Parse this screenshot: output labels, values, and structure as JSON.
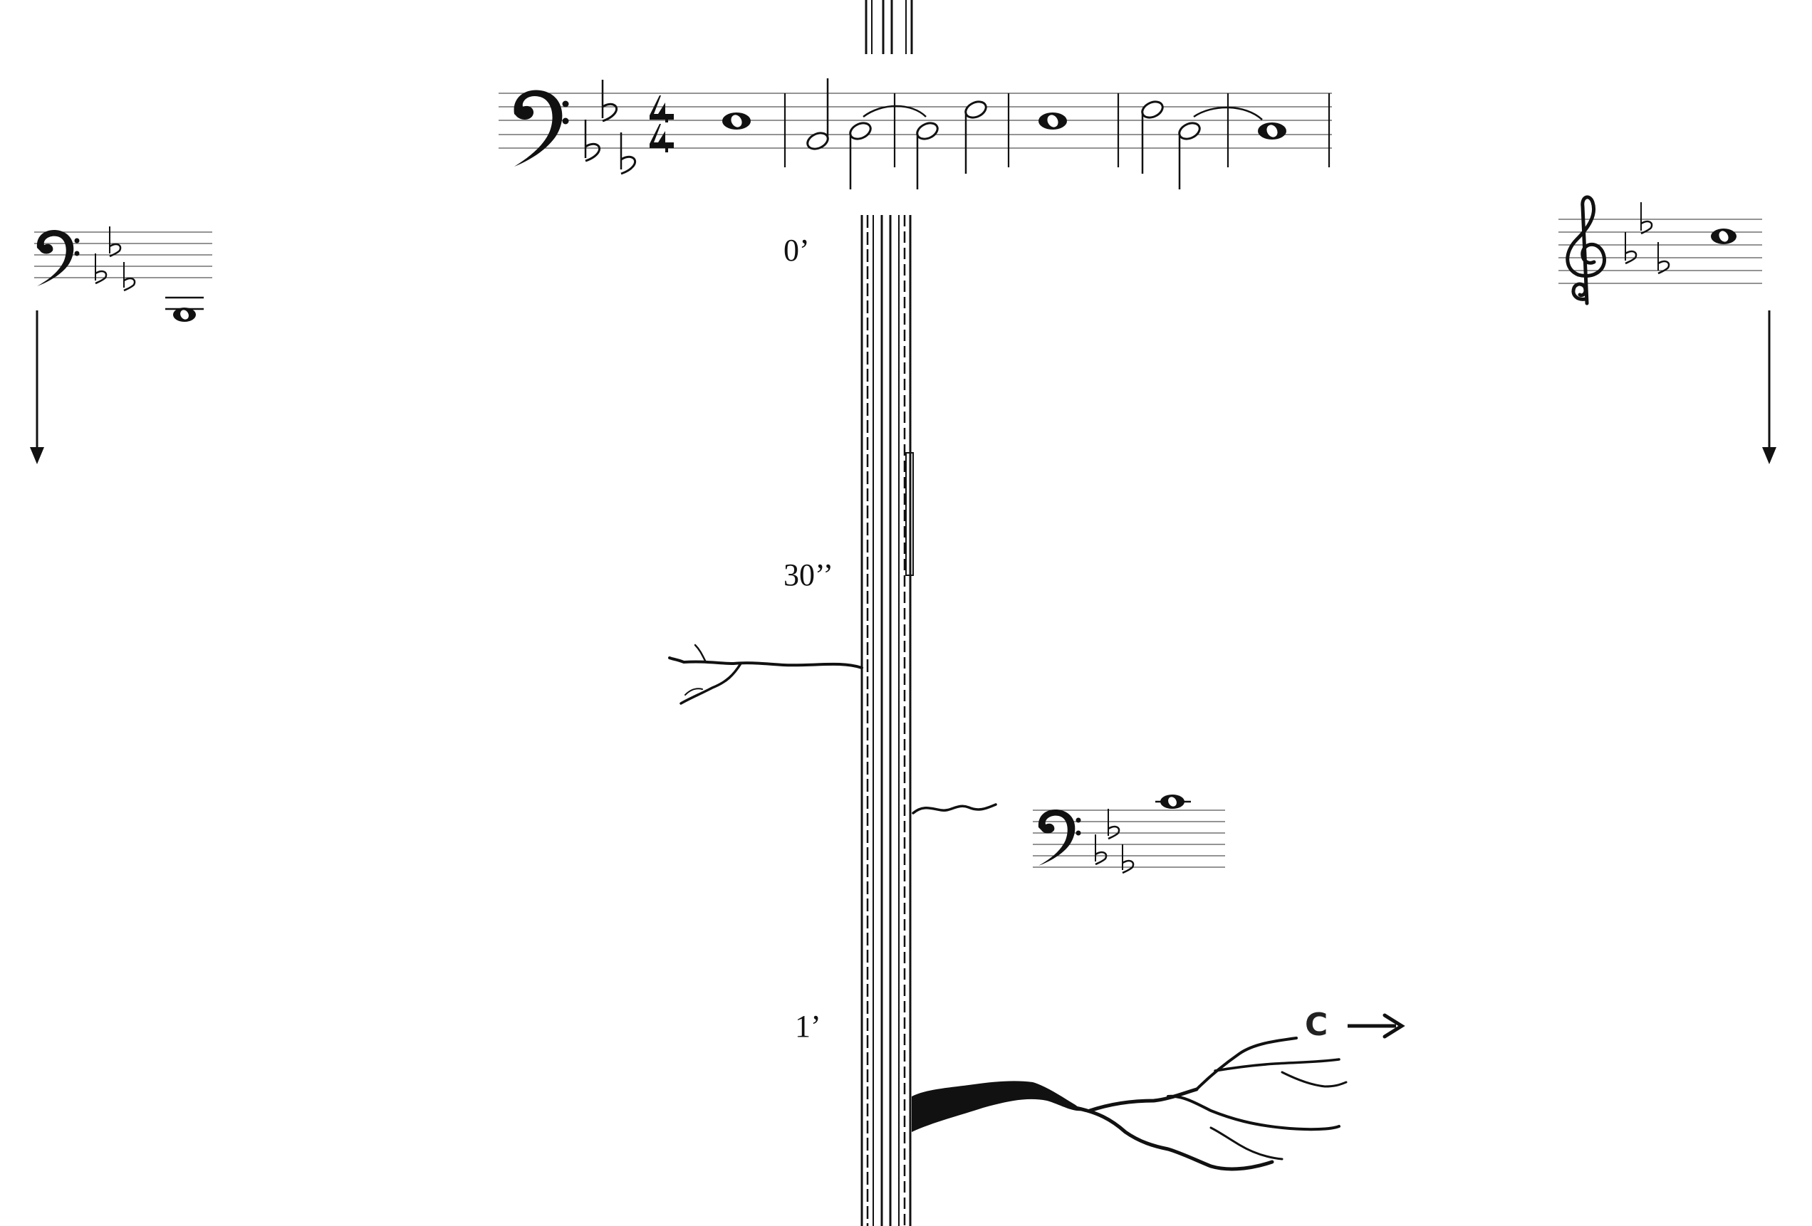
{
  "timeline": {
    "labels": [
      "0’",
      "30’’",
      "1’"
    ]
  },
  "cue": {
    "letter": "C",
    "arrow": "→"
  },
  "icons": {
    "bass_clef": "bass-clef-icon",
    "treble_clef": "treble-clef-icon",
    "flat": "flat-icon",
    "arrow_down": "arrow-down-icon"
  },
  "colors": {
    "ink": "#111111",
    "staff": "#555555",
    "background": "#ffffff"
  }
}
